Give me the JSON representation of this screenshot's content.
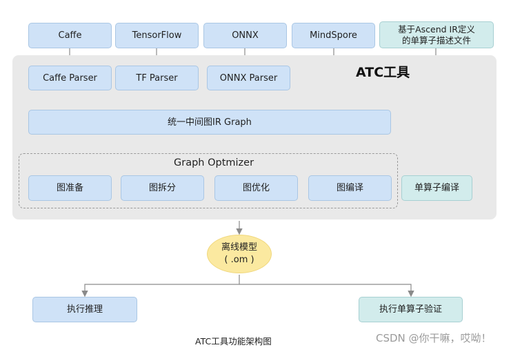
{
  "frameworks": {
    "caffe": "Caffe",
    "tensorflow": "TensorFlow",
    "onnx": "ONNX",
    "mindspore": "MindSpore",
    "ascend_ir_line1": "基于Ascend IR定义",
    "ascend_ir_line2": "的单算子描述文件"
  },
  "tool": {
    "title": "ATC工具",
    "parsers": {
      "caffe": "Caffe Parser",
      "tf": "TF Parser",
      "onnx": "ONNX Parser"
    },
    "ir_graph": "统一中间图IR Graph",
    "optimizer": {
      "title": "Graph Optmizer",
      "steps": [
        "图准备",
        "图拆分",
        "图优化",
        "图编译"
      ]
    },
    "single_op_compile": "单算子编译"
  },
  "offline_model": {
    "line1": "离线模型",
    "line2": "( .om )"
  },
  "outputs": {
    "inference": "执行推理",
    "single_op_verify": "执行单算子验证"
  },
  "caption": "ATC工具功能架构图",
  "watermark": "CSDN @你干嘛，哎呦！",
  "colors": {
    "node_blue": "#cfe2f7",
    "node_teal": "#d2ecec",
    "panel_gray": "#e9e9e9",
    "model_yellow": "#fbe9a0",
    "connector": "#8a8a8a"
  }
}
